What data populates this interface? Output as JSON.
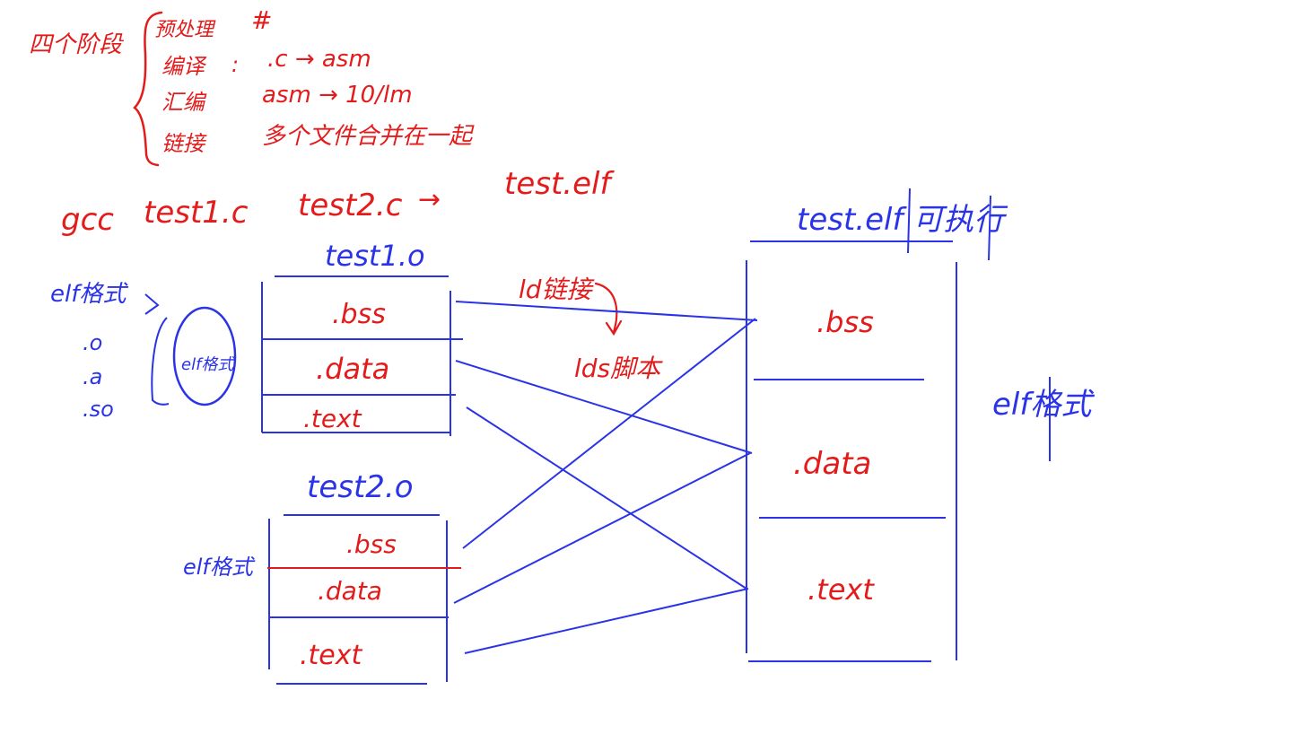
{
  "colors": {
    "red": "#e31b1b",
    "blue": "#2a34e6",
    "background": "#ffffff"
  },
  "notes": {
    "stages_label": "四个阶段",
    "preprocess": "预处理",
    "hash": "#",
    "compile": "编译",
    "compile_desc": ".c → asm",
    "assemble": "汇编",
    "assemble_desc": "asm → 10/lm",
    "link": "链接",
    "link_desc": "多个文件合并在一起",
    "gcc_cmd": "gcc",
    "src1": "test1.c",
    "src2": "test2.c",
    "arrow": "→",
    "output": "test.elf",
    "ld_link": "ld链接",
    "ld_script": "lds脚本"
  },
  "left_notes": {
    "elf_format": "elf格式",
    "ext_o": ".o",
    "ext_a": ".a",
    "ext_so": ".so",
    "circle_text": "elf格式",
    "elf_format2": "elf格式"
  },
  "files": {
    "test1": {
      "title": "test1.o",
      "bss": ".bss",
      "data": ".data",
      "text": ".text"
    },
    "test2": {
      "title": "test2.o",
      "bss": ".bss",
      "data": ".data",
      "text": ".text"
    },
    "output": {
      "title": "test.elf 可执行",
      "bss": ".bss",
      "data": ".data",
      "text": ".text",
      "format": "elf格式"
    }
  }
}
